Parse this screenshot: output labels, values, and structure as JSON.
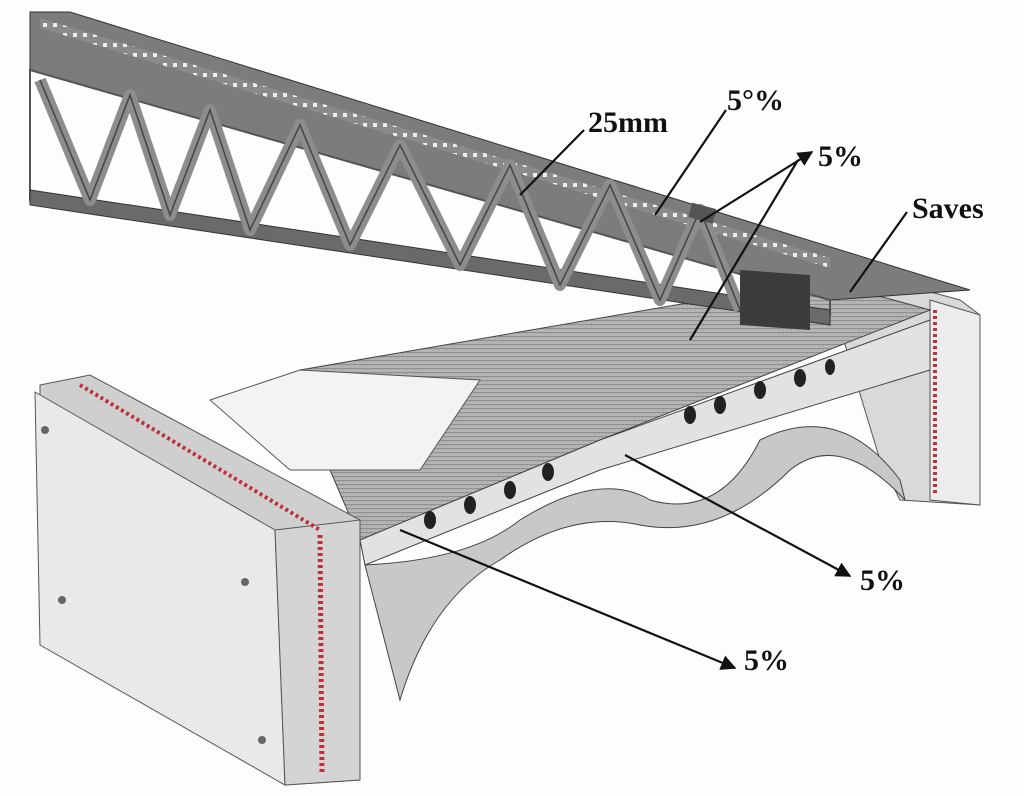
{
  "illustration": "bridge-truss-cutaway",
  "callouts": {
    "thickness": "25mm",
    "top_percent": "5°%",
    "mid_percent": "5%",
    "saves": "Saves",
    "deck_percent": "5%",
    "bottom_percent": "5%"
  },
  "colors": {
    "steel": "#9a9a9a",
    "steel_dark": "#4a4a4a",
    "block": "#e6e6e6",
    "accent": "#c0303a"
  }
}
